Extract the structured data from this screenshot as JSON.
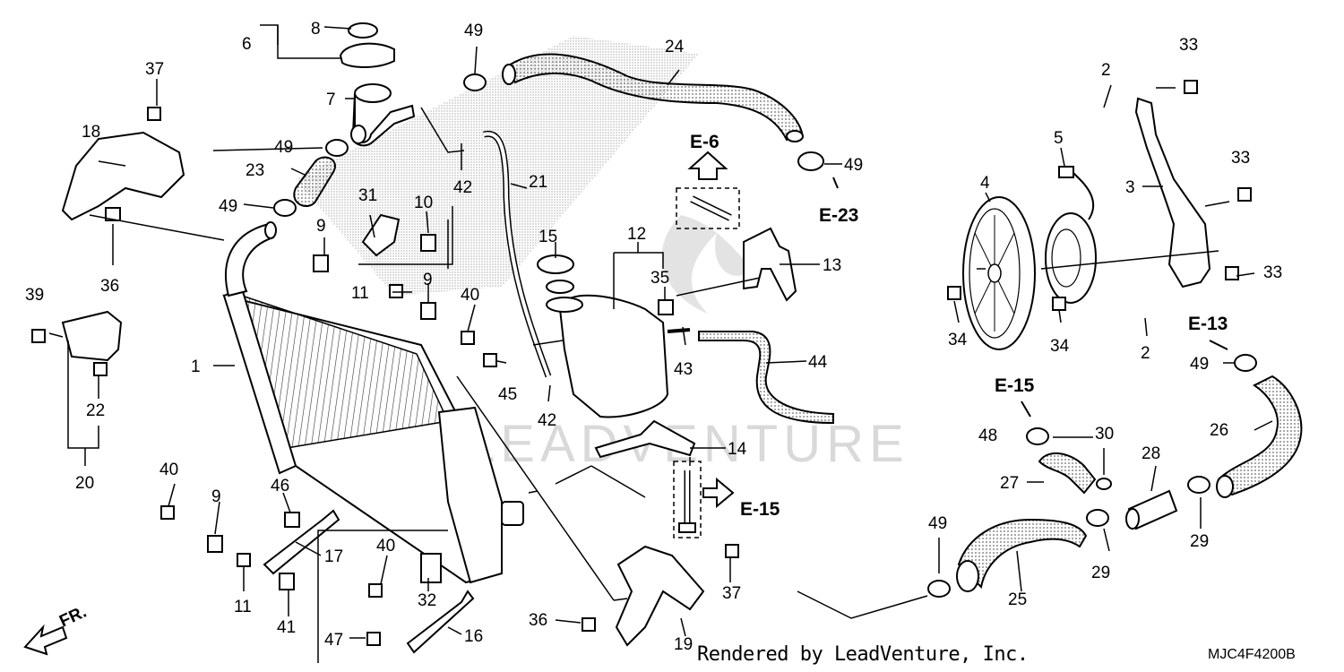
{
  "diagram": {
    "watermark": "LEADVENTURE",
    "callouts": {
      "c1": "1",
      "c2a": "2",
      "c2b": "2",
      "c3": "3",
      "c4": "4",
      "c5": "5",
      "c6": "6",
      "c7": "7",
      "c8": "8",
      "c9a": "9",
      "c9b": "9",
      "c9c": "9",
      "c10": "10",
      "c11a": "11",
      "c11b": "11",
      "c12": "12",
      "c13": "13",
      "c14": "14",
      "c15": "15",
      "c16": "16",
      "c17": "17",
      "c18": "18",
      "c19": "19",
      "c20": "20",
      "c21": "21",
      "c22": "22",
      "c23": "23",
      "c24": "24",
      "c25": "25",
      "c26": "26",
      "c27": "27",
      "c28": "28",
      "c29a": "29",
      "c29b": "29",
      "c30": "30",
      "c31": "31",
      "c32": "32",
      "c33a": "33",
      "c33b": "33",
      "c33c": "33",
      "c34a": "34",
      "c34b": "34",
      "c35": "35",
      "c36a": "36",
      "c36b": "36",
      "c37a": "37",
      "c37b": "37",
      "c39": "39",
      "c40a": "40",
      "c40b": "40",
      "c40c": "40",
      "c41": "41",
      "c42a": "42",
      "c42b": "42",
      "c43": "43",
      "c44": "44",
      "c45": "45",
      "c46": "46",
      "c47": "47",
      "c48": "48",
      "c49a": "49",
      "c49b": "49",
      "c49c": "49",
      "c49d": "49",
      "c49e": "49",
      "c49f": "49"
    },
    "references": {
      "e6": "E-6",
      "e23": "E-23",
      "e13": "E-13",
      "e15a": "E-15",
      "e15b": "E-15"
    },
    "front_indicator": "FR."
  },
  "footer": {
    "credit": "Rendered by LeadVenture, Inc.",
    "code": "MJC4F4200B"
  }
}
